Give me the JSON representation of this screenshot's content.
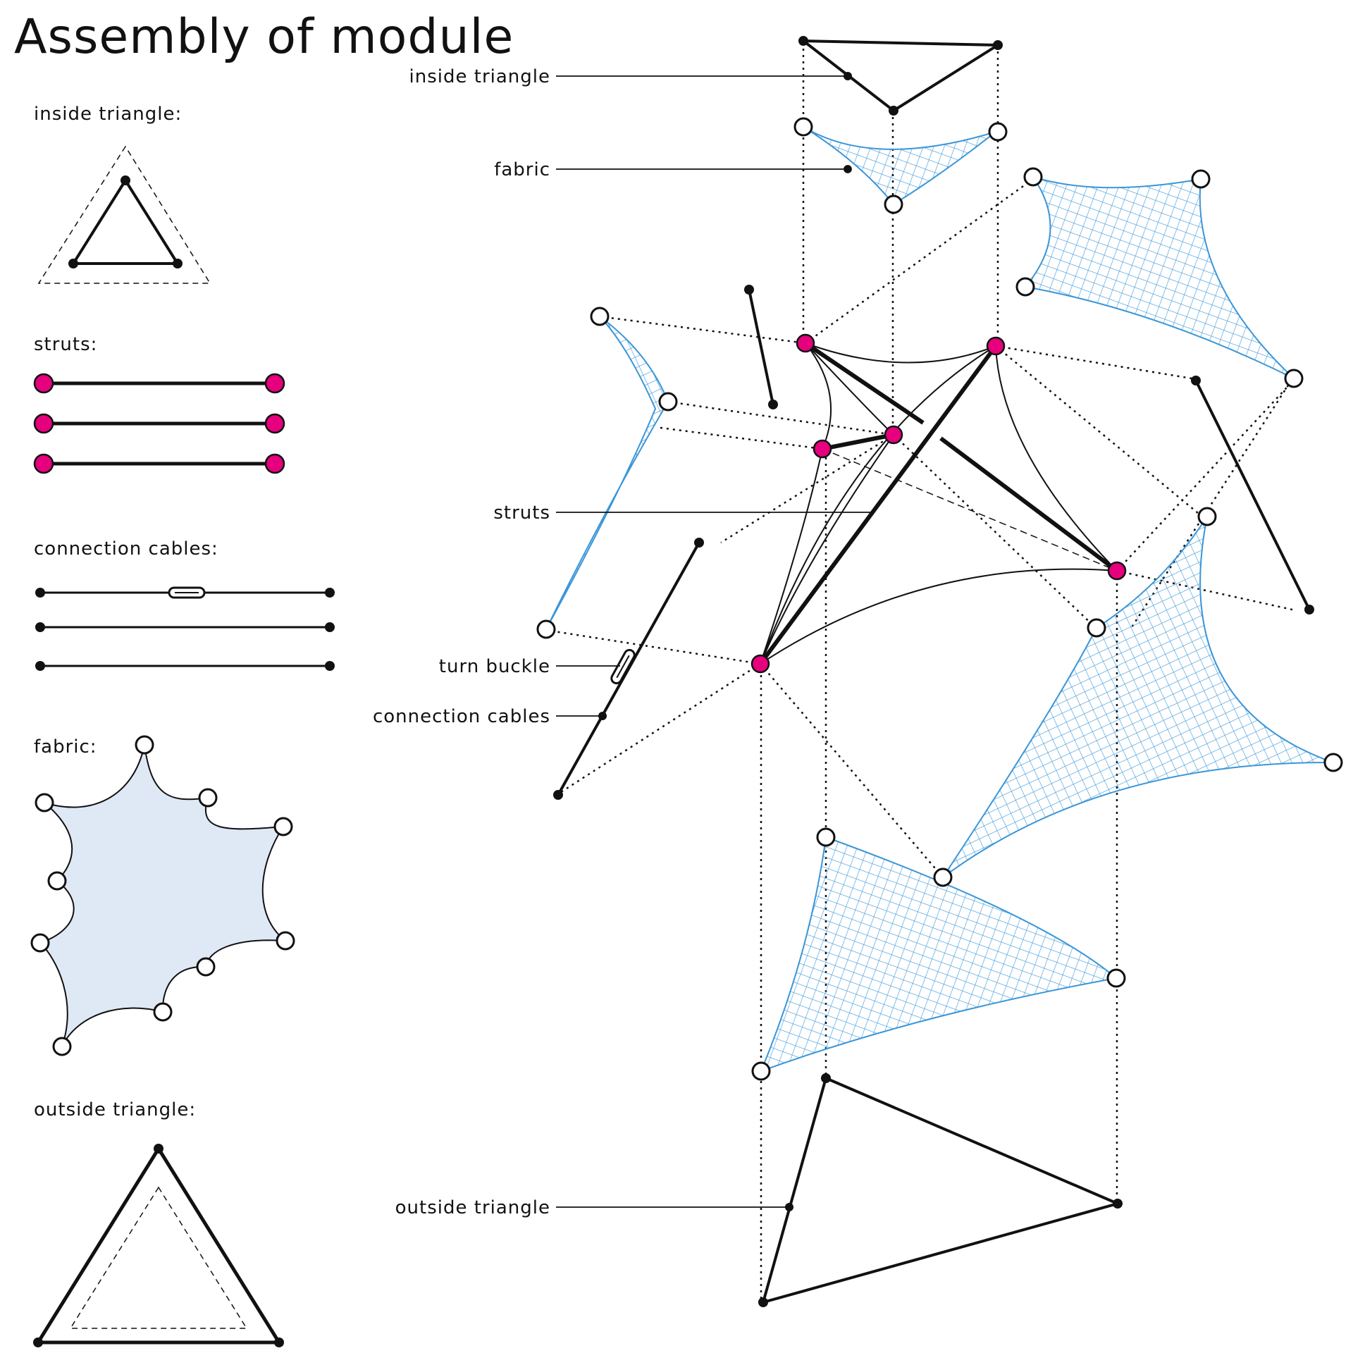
{
  "title": "Assembly of module",
  "legend": {
    "inside_triangle": "inside triangle:",
    "struts": "struts:",
    "connection_cables": "connection cables:",
    "fabric": "fabric:",
    "outside_triangle": "outside triangle:"
  },
  "callouts": {
    "inside_triangle": "inside triangle",
    "fabric": "fabric",
    "struts": "struts",
    "turn_buckle": "turn buckle",
    "connection_cables": "connection cables",
    "outside_triangle": "outside triangle"
  },
  "colors": {
    "strut_node": "#e6007e",
    "fabric_mesh": "#3a96d8",
    "fabric_fill": "#dfe9f6",
    "line": "#111111"
  }
}
